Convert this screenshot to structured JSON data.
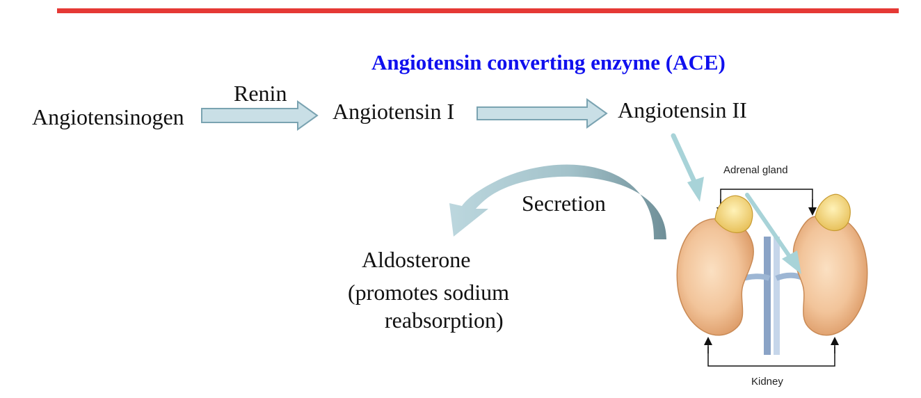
{
  "diagram": {
    "enzyme_label": "Angiotensin converting enzyme (ACE)",
    "nodes": {
      "angiotensinogen": "Angiotensinogen",
      "renin": "Renin",
      "angiotensin_1": "Angiotensin I",
      "angiotensin_2": "Angiotensin II",
      "secretion": "Secretion",
      "aldosterone": "Aldosterone",
      "aldosterone_note_line1": "(promotes sodium",
      "aldosterone_note_line2": "reabsorption)"
    },
    "figure": {
      "adrenal_label": "Adrenal gland",
      "kidney_label": "Kidney"
    },
    "colors": {
      "accent_red": "#e53935",
      "enzyme_blue": "#1010ee",
      "arrow_fill": "#c9dfe6",
      "arrow_stroke": "#7aa3b1",
      "curve_arrow": "#9fc3cc",
      "pointer_arrow": "#a8d3d8"
    }
  }
}
